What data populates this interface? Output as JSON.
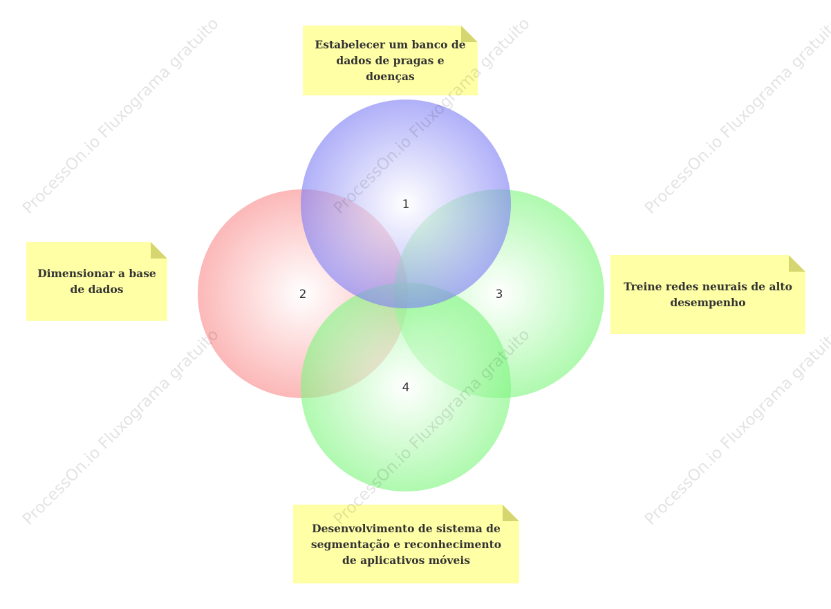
{
  "watermark_text": "ProcessOn.io Fluxograma gratuito",
  "colors": {
    "circle_blue": "#7f7ff5",
    "circle_red": "#fa8c8c",
    "circle_green": "#7ef57e",
    "note_fill": "#ffffa6",
    "note_fold": "#d6d670",
    "text": "#333333"
  },
  "circles": [
    {
      "label": "1",
      "color": "blue"
    },
    {
      "label": "2",
      "color": "red"
    },
    {
      "label": "3",
      "color": "green"
    },
    {
      "label": "4",
      "color": "green"
    }
  ],
  "notes": [
    {
      "text": "Estabelecer um banco de dados de pragas e doenças"
    },
    {
      "text": "Dimensionar a base de dados"
    },
    {
      "text": "Treine redes neurais de alto desempenho"
    },
    {
      "text": "Desenvolvimento de sistema de segmentação e reconhecimento de aplicativos móveis"
    }
  ]
}
